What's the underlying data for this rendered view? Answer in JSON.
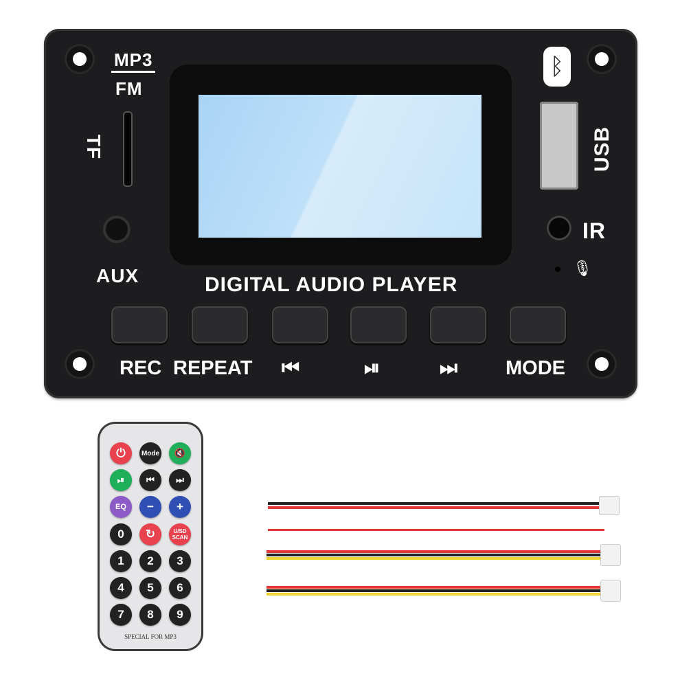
{
  "board": {
    "title_top": "MP3",
    "title_bottom": "FM",
    "tf_label": "TF",
    "aux_label": "AUX",
    "usb_label": "USB",
    "ir_label": "IR",
    "brand_text": "DIGITAL AUDIO PLAYER",
    "buttons": [
      {
        "label": "REC"
      },
      {
        "label": "REPEAT"
      },
      {
        "label": "⏮"
      },
      {
        "label": "⏯"
      },
      {
        "label": "⏭"
      },
      {
        "label": "MODE"
      }
    ],
    "colors": {
      "body": "#1d1d1f",
      "screen": "#bfe0f8"
    }
  },
  "remote": {
    "footer": "SPECIAL FOR MP3",
    "keys": [
      {
        "label": "⏻",
        "color": "#e8424f"
      },
      {
        "label": "Mode",
        "color": "#222222"
      },
      {
        "label": "🔇",
        "color": "#1fae5a"
      },
      {
        "label": "⏯",
        "color": "#1fae5a"
      },
      {
        "label": "⏮",
        "color": "#222222"
      },
      {
        "label": "⏭",
        "color": "#222222"
      },
      {
        "label": "EQ",
        "color": "#8c5bc7"
      },
      {
        "label": "−",
        "color": "#2f4fb5"
      },
      {
        "label": "+",
        "color": "#2f4fb5"
      },
      {
        "label": "0",
        "color": "#222222"
      },
      {
        "label": "↻",
        "color": "#e8424f"
      },
      {
        "label": "U/SD SCAN",
        "color": "#e8424f"
      },
      {
        "label": "1",
        "color": "#222222"
      },
      {
        "label": "2",
        "color": "#222222"
      },
      {
        "label": "3",
        "color": "#222222"
      },
      {
        "label": "4",
        "color": "#222222"
      },
      {
        "label": "5",
        "color": "#222222"
      },
      {
        "label": "6",
        "color": "#222222"
      },
      {
        "label": "7",
        "color": "#222222"
      },
      {
        "label": "8",
        "color": "#222222"
      },
      {
        "label": "9",
        "color": "#222222"
      }
    ]
  },
  "cables": [
    {
      "wires": [
        "#222222",
        "#e53935"
      ],
      "connector": true
    },
    {
      "wires": [
        "#e53935"
      ],
      "connector": false
    },
    {
      "wires": [
        "#e53935",
        "#222222",
        "#f2d22e"
      ],
      "connector": true
    },
    {
      "wires": [
        "#e53935",
        "#222222",
        "#f2d22e"
      ],
      "connector": true
    }
  ]
}
